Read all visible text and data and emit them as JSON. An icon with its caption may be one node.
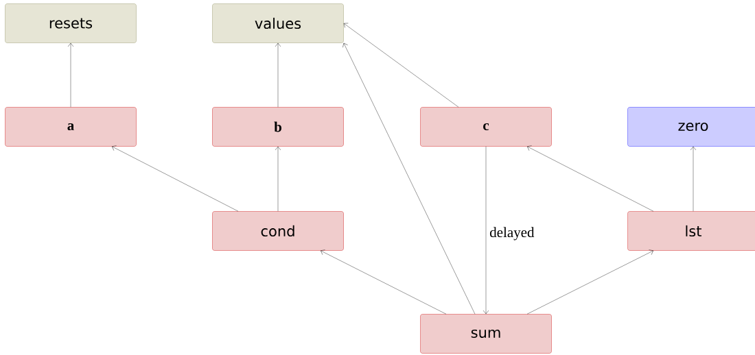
{
  "diagram": {
    "nodes": [
      {
        "text": [
          "resets"
        ]
      },
      {
        "text": [
          "values"
        ]
      },
      {
        "text": [
          "a"
        ]
      },
      {
        "text": [
          "b"
        ]
      },
      {
        "text": [
          "c"
        ]
      },
      {
        "text": [
          "zero"
        ]
      },
      {
        "text": [
          "cond"
        ]
      },
      {
        "text": [
          "lst"
        ]
      },
      {
        "text": [
          "sum"
        ]
      }
    ],
    "edges": [
      {
        "from": 2,
        "to": 0,
        "arrow": "to"
      },
      {
        "from": 3,
        "to": 1,
        "arrow": "to"
      },
      {
        "from": 4,
        "to": 1,
        "arrow": "to"
      },
      {
        "from": 8,
        "to": 1,
        "arrow": "to"
      },
      {
        "from": 6,
        "to": 2,
        "arrow": "to"
      },
      {
        "from": 6,
        "to": 3,
        "arrow": "to"
      },
      {
        "from": 8,
        "to": 6,
        "arrow": "to"
      },
      {
        "from": 4,
        "to": 8,
        "arrow": "to",
        "label": "delayed"
      },
      {
        "from": 7,
        "to": 4,
        "arrow": "to"
      },
      {
        "from": 7,
        "to": 5,
        "arrow": "to"
      },
      {
        "from": 8,
        "to": 7,
        "arrow": "to"
      }
    ]
  }
}
